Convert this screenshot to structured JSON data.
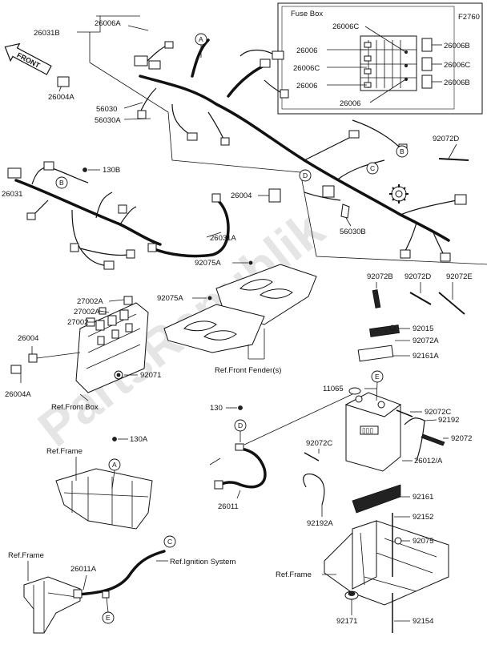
{
  "figure_code": "F2760",
  "front_arrow": "FRONT",
  "watermark": "PartsRepublik",
  "fuse_box": {
    "title": "Fuse Box",
    "labels": [
      "26006C",
      "26006",
      "26006C",
      "26006",
      "26006",
      "26006B",
      "26006C",
      "26006B"
    ]
  },
  "labels": {
    "l26031B": "26031B",
    "l26006A": "26006A",
    "l26004A_top": "26004A",
    "l56030": "56030",
    "l56030A": "56030A",
    "l92072D_top": "92072D",
    "l130B": "130B",
    "l26031": "26031",
    "l26004_mid": "26004",
    "l56030B": "56030B",
    "l26031A": "26031A",
    "l92075A_1": "92075A",
    "l92075A_2": "92075A",
    "l92072B": "92072B",
    "l92072D_mid": "92072D",
    "l92072E": "92072E",
    "l27002A_1": "27002A",
    "l27002A_2": "27002A",
    "l27002": "27002",
    "l26004_left": "26004",
    "l26004A_left": "26004A",
    "l92071": "92071",
    "l92015": "92015",
    "l92072A": "92072A",
    "l92161A": "92161A",
    "l11065": "11065",
    "l92072C_r": "92072C",
    "l92192": "92192",
    "l92072": "92072",
    "l92072C_l": "92072C",
    "l26012A": "26012/A",
    "l130": "130",
    "l130A": "130A",
    "l26011": "26011",
    "l92192A": "92192A",
    "l92161": "92161",
    "l92152": "92152",
    "l92075": "92075",
    "l26011A": "26011A",
    "l92171": "92171",
    "l92154": "92154"
  },
  "refs": {
    "front_box": "Ref.Front Box",
    "front_fender": "Ref.Front Fender(s)",
    "frame_1": "Ref.Frame",
    "frame_2": "Ref.Frame",
    "frame_3": "Ref.Frame",
    "ignition": "Ref.Ignition System"
  },
  "callouts": {
    "a1": "A",
    "a2": "A",
    "b1": "B",
    "b2": "B",
    "c1": "C",
    "c2": "C",
    "d1": "D",
    "d2": "D",
    "e1": "E",
    "e2": "E"
  }
}
